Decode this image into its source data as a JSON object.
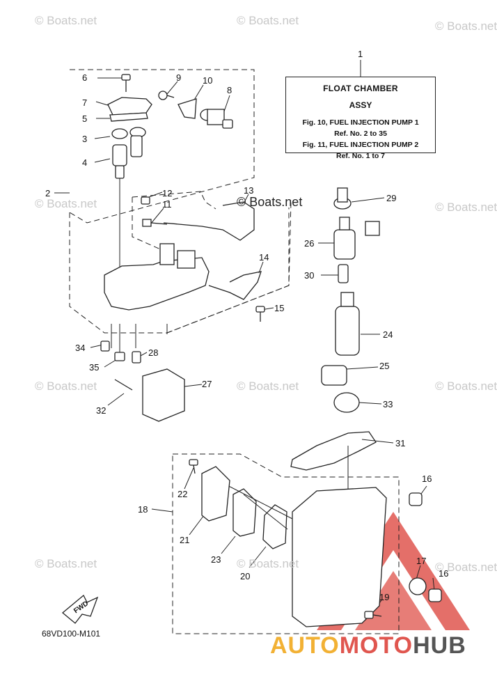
{
  "watermarks": [
    "© Boats.net",
    "© Boats.net",
    "© Boats.net",
    "© Boats.net",
    "© Boats.net",
    "© Boats.net",
    "© Boats.net",
    "© Boats.net",
    "© Boats.net",
    "© Boats.net",
    "© Boats.net"
  ],
  "watermark_center": "© Boats.net",
  "title_box": {
    "title": "FLOAT CHAMBER",
    "subtitle": "ASSY",
    "ref_line1": "Fig. 10, FUEL INJECTION PUMP 1",
    "ref_line2": "Ref. No. 2 to 35",
    "ref_line3": "Fig. 11, FUEL INJECTION PUMP 2",
    "ref_line4": "Ref. No. 1 to 7"
  },
  "callouts": [
    "1",
    "2",
    "3",
    "4",
    "5",
    "6",
    "7",
    "8",
    "9",
    "10",
    "11",
    "12",
    "13",
    "14",
    "15",
    "16",
    "16",
    "17",
    "18",
    "19",
    "20",
    "21",
    "22",
    "23",
    "24",
    "25",
    "26",
    "27",
    "28",
    "29",
    "30",
    "31",
    "32",
    "33",
    "34",
    "35"
  ],
  "fwd_label": "FWD",
  "diagram_code": "68VD100-M101",
  "brand": {
    "part1": "AUTO",
    "part2": "MOTO",
    "part3": "HUB"
  },
  "colors": {
    "line": "#222222",
    "watermark": "#c8c8c8",
    "brand_yellow": "#f2b134",
    "brand_red": "#e0564f",
    "brand_gray": "#555555"
  }
}
